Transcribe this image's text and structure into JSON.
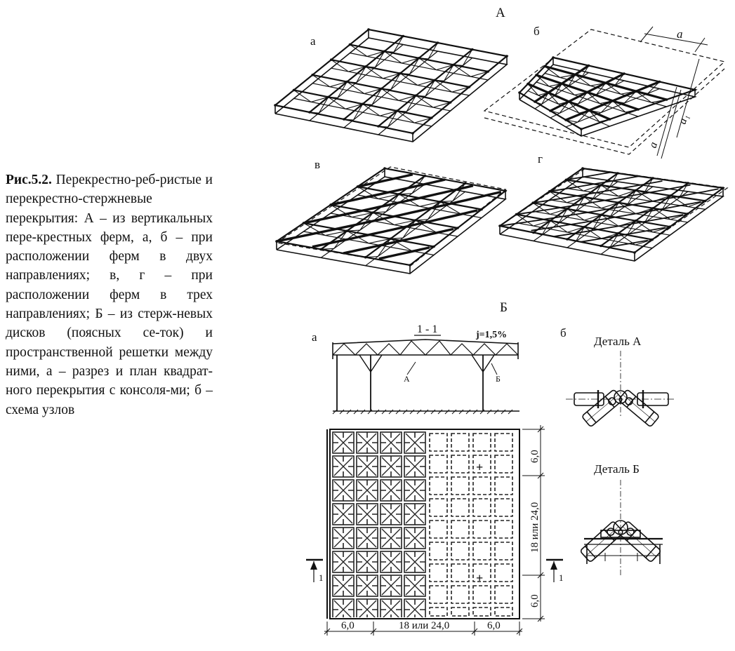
{
  "caption": {
    "title": "Рис.5.2.",
    "text": " Перекрестно-реб-ристые и перекрестно-стержневые перекрытия: А – из вертикальных пере-крестных ферм, а, б – при расположении ферм в двух направлениях; в, г – при расположении ферм в трех направлениях; Б – из стерж-невых дисков (поясных се-ток) и пространственной решетки между ними, а – разрез и план квадрат-ного перекрытия с консоля-ми; б – схема узлов"
  },
  "part_A": {
    "label": "А",
    "sub_a": "а",
    "sub_b": "б",
    "sub_v": "в",
    "sub_g": "г",
    "dim_a_top": "a",
    "dim_a1": "a₁",
    "dim_a_bottom": "a"
  },
  "part_B": {
    "label": "Б",
    "sub_a": "а",
    "sub_b": "б",
    "section_label": "1 - 1",
    "slope_label": "j=1,5%",
    "node_A_label": "А",
    "node_B_label": "Б",
    "detail_A": "Деталь А",
    "detail_B": "Деталь Б",
    "cut_mark_left": "1",
    "cut_mark_right": "1",
    "dims_bottom": [
      "6,0",
      "18 или 24,0",
      "6,0"
    ],
    "dims_right": [
      "6,0",
      "18 или 24,0",
      "6,0"
    ]
  }
}
